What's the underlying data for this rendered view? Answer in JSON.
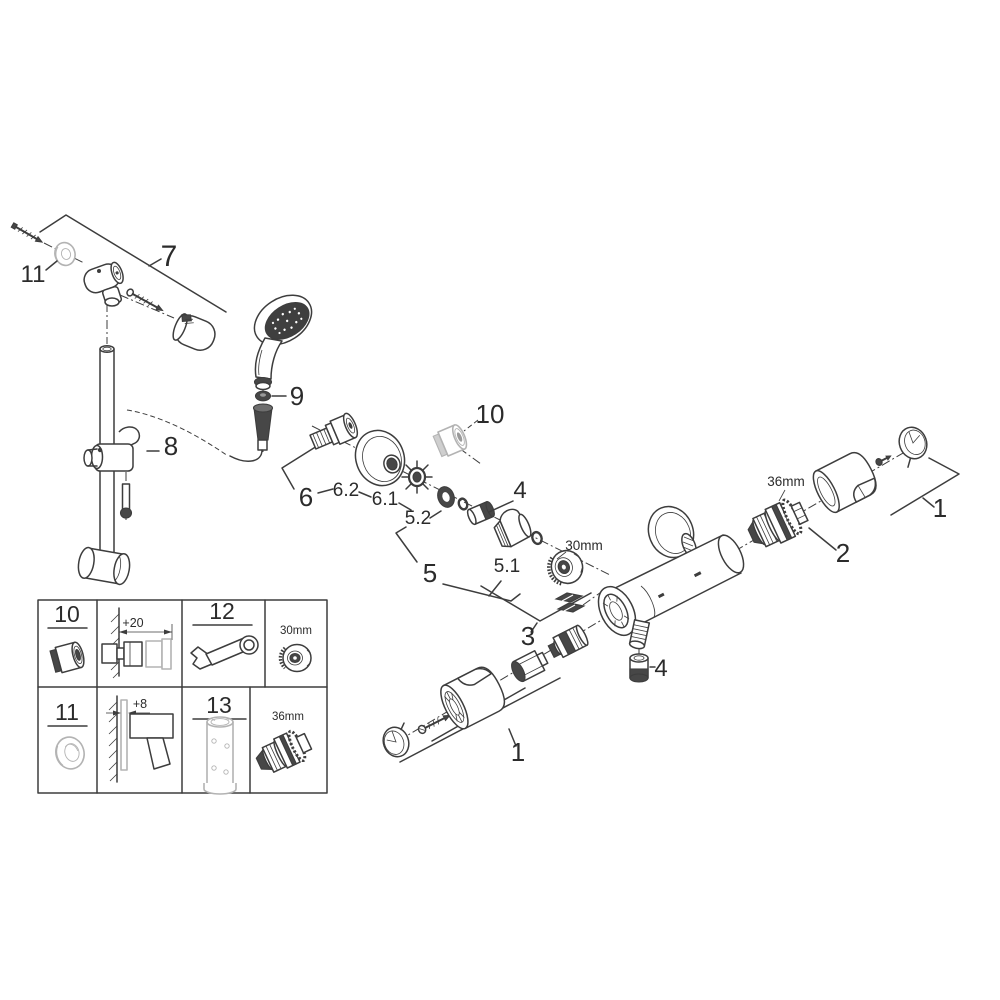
{
  "colors": {
    "line": "#3d3d3d",
    "muted_gray": "#b3b3b3",
    "dark_fill": "#474747",
    "background": "#ffffff"
  },
  "callouts": {
    "c1_top": "1",
    "c1_bottom": "1",
    "c2": "2",
    "c3": "3",
    "c4_union": "4",
    "c4_outlet": "4",
    "c5": "5",
    "c5_1": "5.1",
    "c5_2": "5.2",
    "c6": "6",
    "c6_1": "6.1",
    "c6_2": "6.2",
    "c7": "7",
    "c8": "8",
    "c9": "9",
    "c10": "10",
    "c11": "11",
    "size30": "30mm",
    "size36": "36mm"
  },
  "table": {
    "rows": [
      {
        "cells": [
          "10",
          "+20",
          "12",
          "30mm"
        ]
      },
      {
        "cells": [
          "11",
          "+8",
          "13",
          "36mm"
        ]
      }
    ]
  }
}
